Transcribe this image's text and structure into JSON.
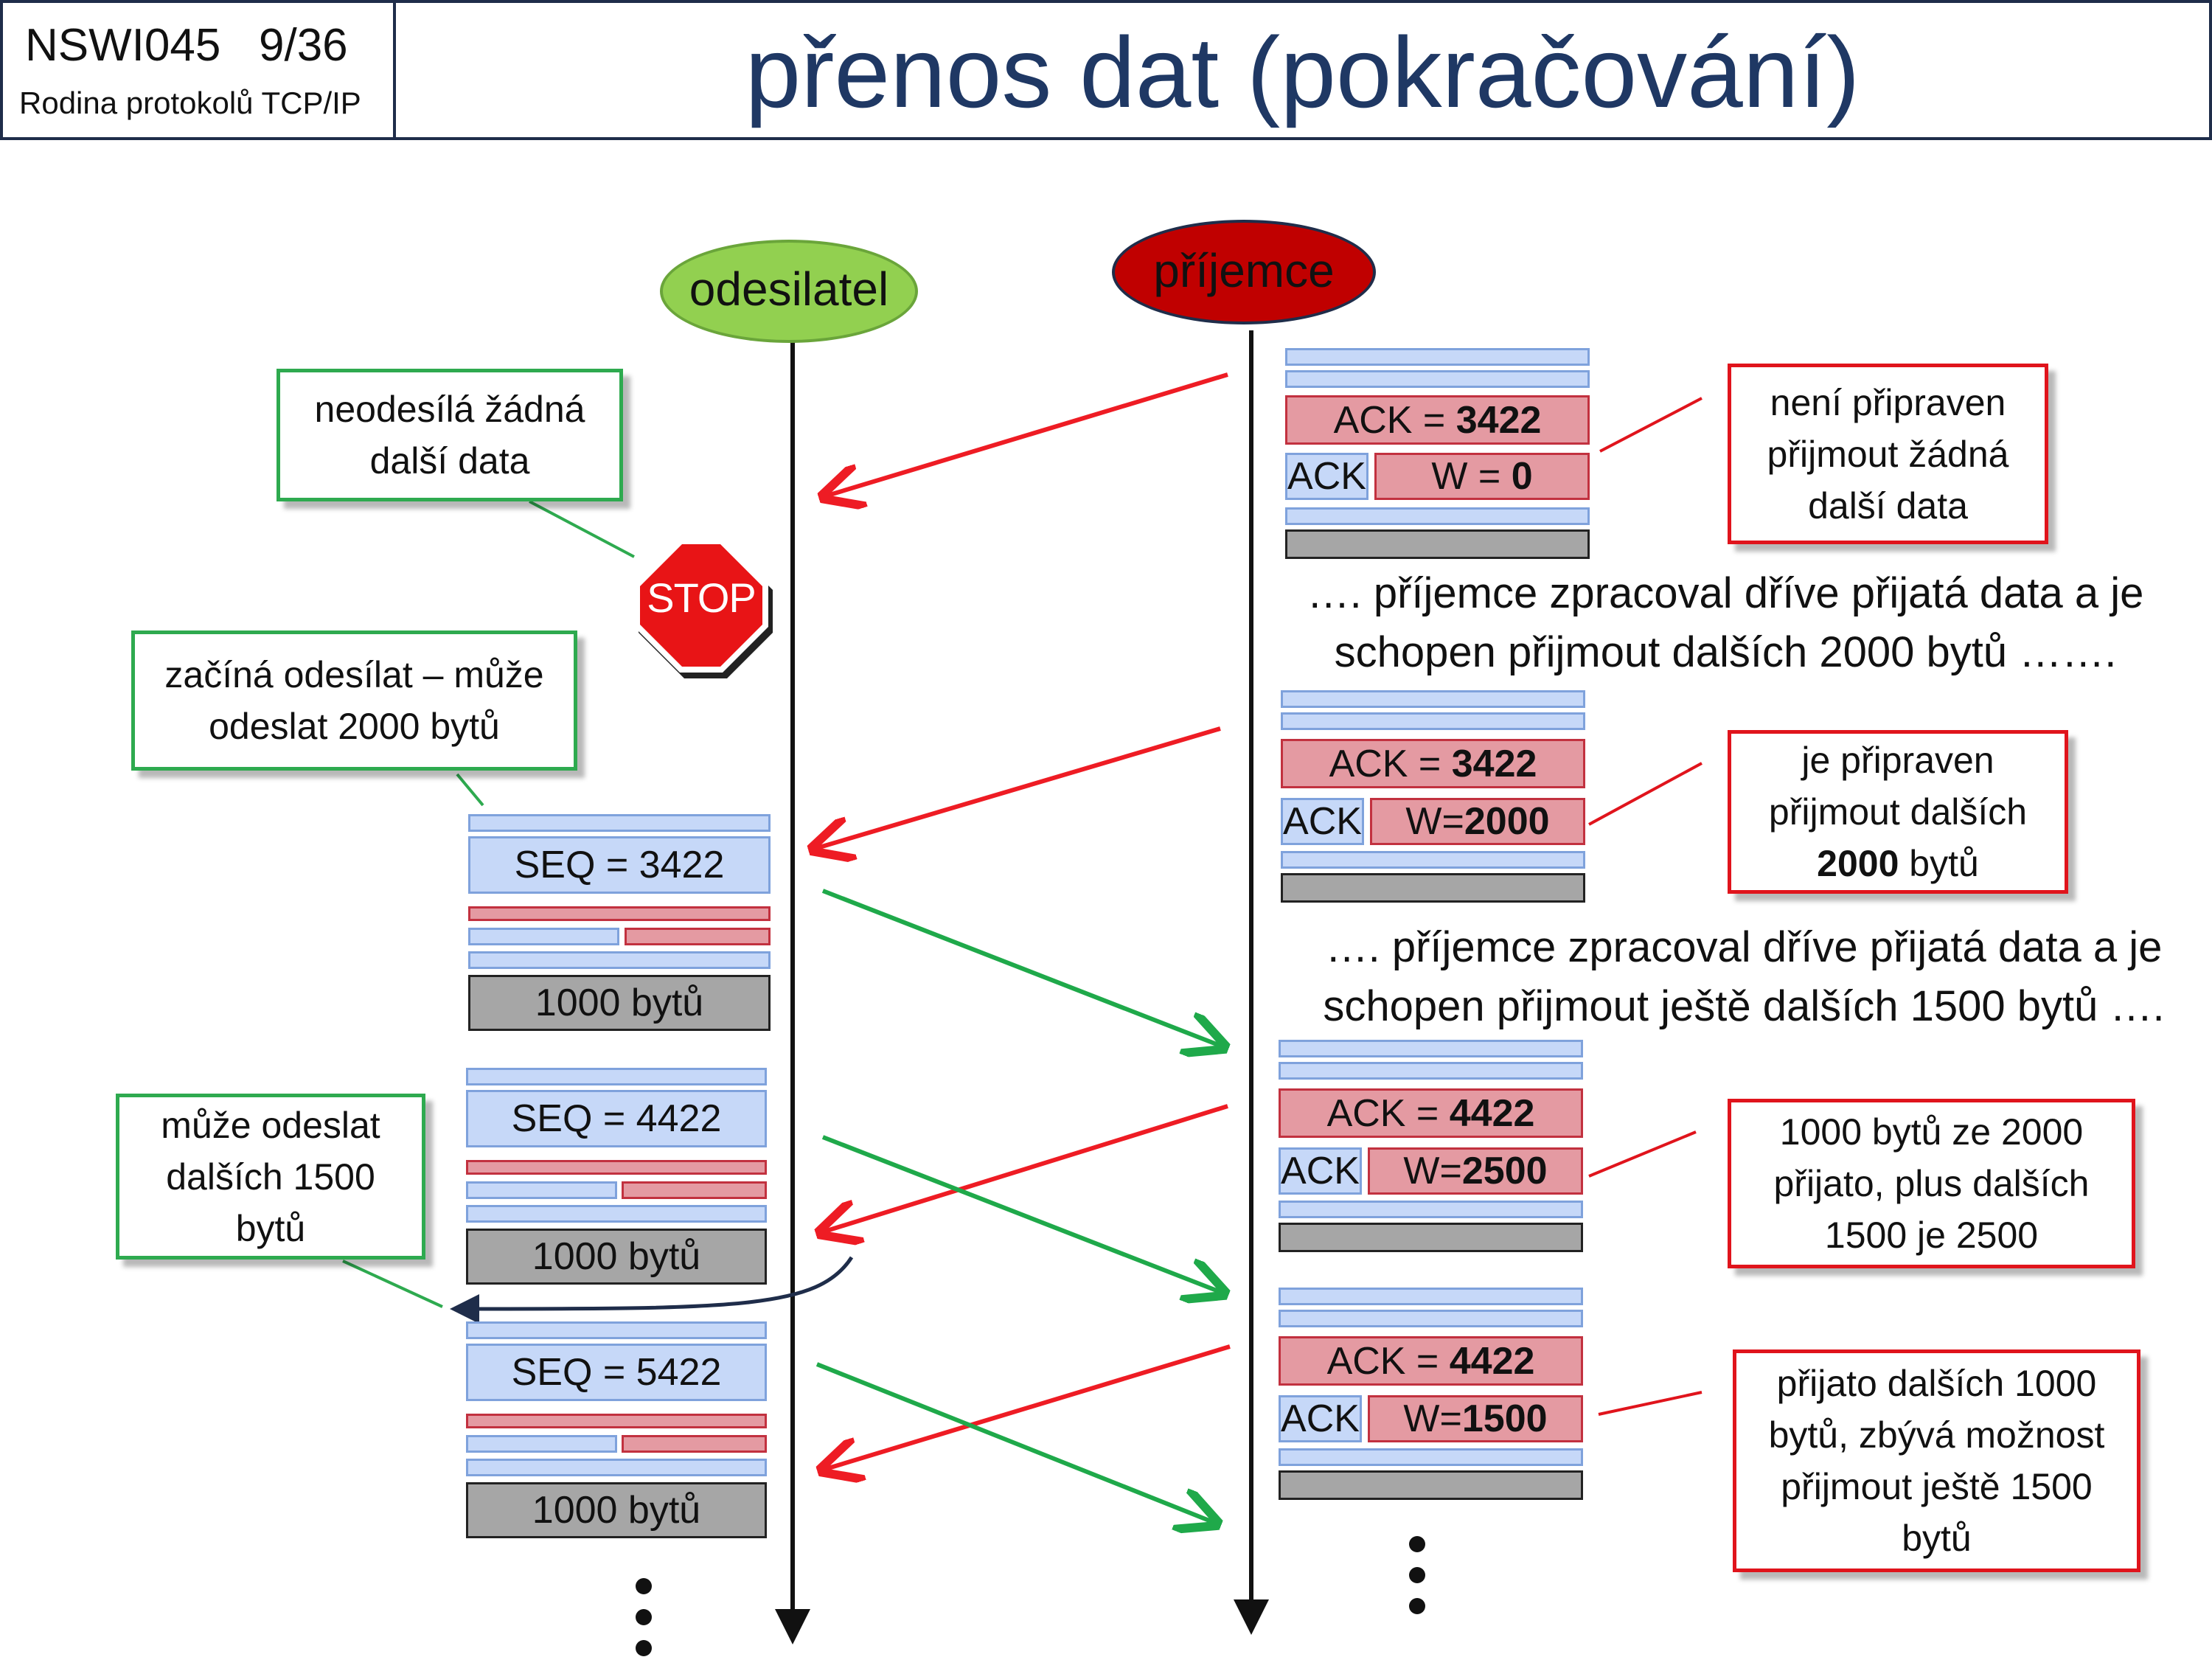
{
  "header": {
    "course_code": "NSWI045   9/36",
    "course_name": "Rodina protokolů TCP/IP",
    "title": "přenos dat (pokračování)"
  },
  "actors": {
    "sender": "odesilatel",
    "receiver": "příjemce"
  },
  "sender_notes": {
    "no_send": "neodesílá žádná\ndalší data",
    "start_send": "začíná odesílat – může\nodeslat 2000 bytů",
    "can_send_more": "může odeslat\ndalších 1500\nbytů"
  },
  "stop_sign": "STOP",
  "receiver_notes": {
    "not_ready": "není připraven\npřijmout žádná\ndalší data",
    "ready_2000": "je připraven\npřijmout dalších\n2000 bytů",
    "received_1000": "1000 bytů ze 2000\npřijato, plus dalších\n1500 je 2500",
    "received_more": "přijato dalších 1000\nbytů, zbývá možnost\npřijmout ještě 1500\nbytů"
  },
  "middle_texts": {
    "processed_1": "….  příjemce zpracoval dříve přijatá data a je\nschopen přijmout dalších 2000 bytů …….",
    "processed_2": "….  příjemce zpracoval dříve přijatá data a je\nschopen přijmout ještě dalších 1500 bytů  …."
  },
  "ack_segments": [
    {
      "ack_label": "ACK = ",
      "ack_value": "3422",
      "flag": "ACK",
      "w_label": "W = ",
      "w_value": "0"
    },
    {
      "ack_label": "ACK = ",
      "ack_value": "3422",
      "flag": "ACK",
      "w_label": "W=",
      "w_value": "2000"
    },
    {
      "ack_label": "ACK = ",
      "ack_value": "4422",
      "flag": "ACK",
      "w_label": "W=",
      "w_value": "2500"
    },
    {
      "ack_label": "ACK = ",
      "ack_value": "4422",
      "flag": "ACK",
      "w_label": "W=",
      "w_value": "1500"
    }
  ],
  "data_segments": [
    {
      "seq": "SEQ = 3422",
      "payload": "1000 bytů"
    },
    {
      "seq": "SEQ = 4422",
      "payload": "1000 bytů"
    },
    {
      "seq": "SEQ = 5422",
      "payload": "1000 bytů"
    }
  ],
  "colors": {
    "sender_fill": "#92d050",
    "receiver_fill": "#c00000",
    "ack_arrow": "#ee1c24",
    "data_arrow": "#1fa94a",
    "title": "#1f3864"
  }
}
